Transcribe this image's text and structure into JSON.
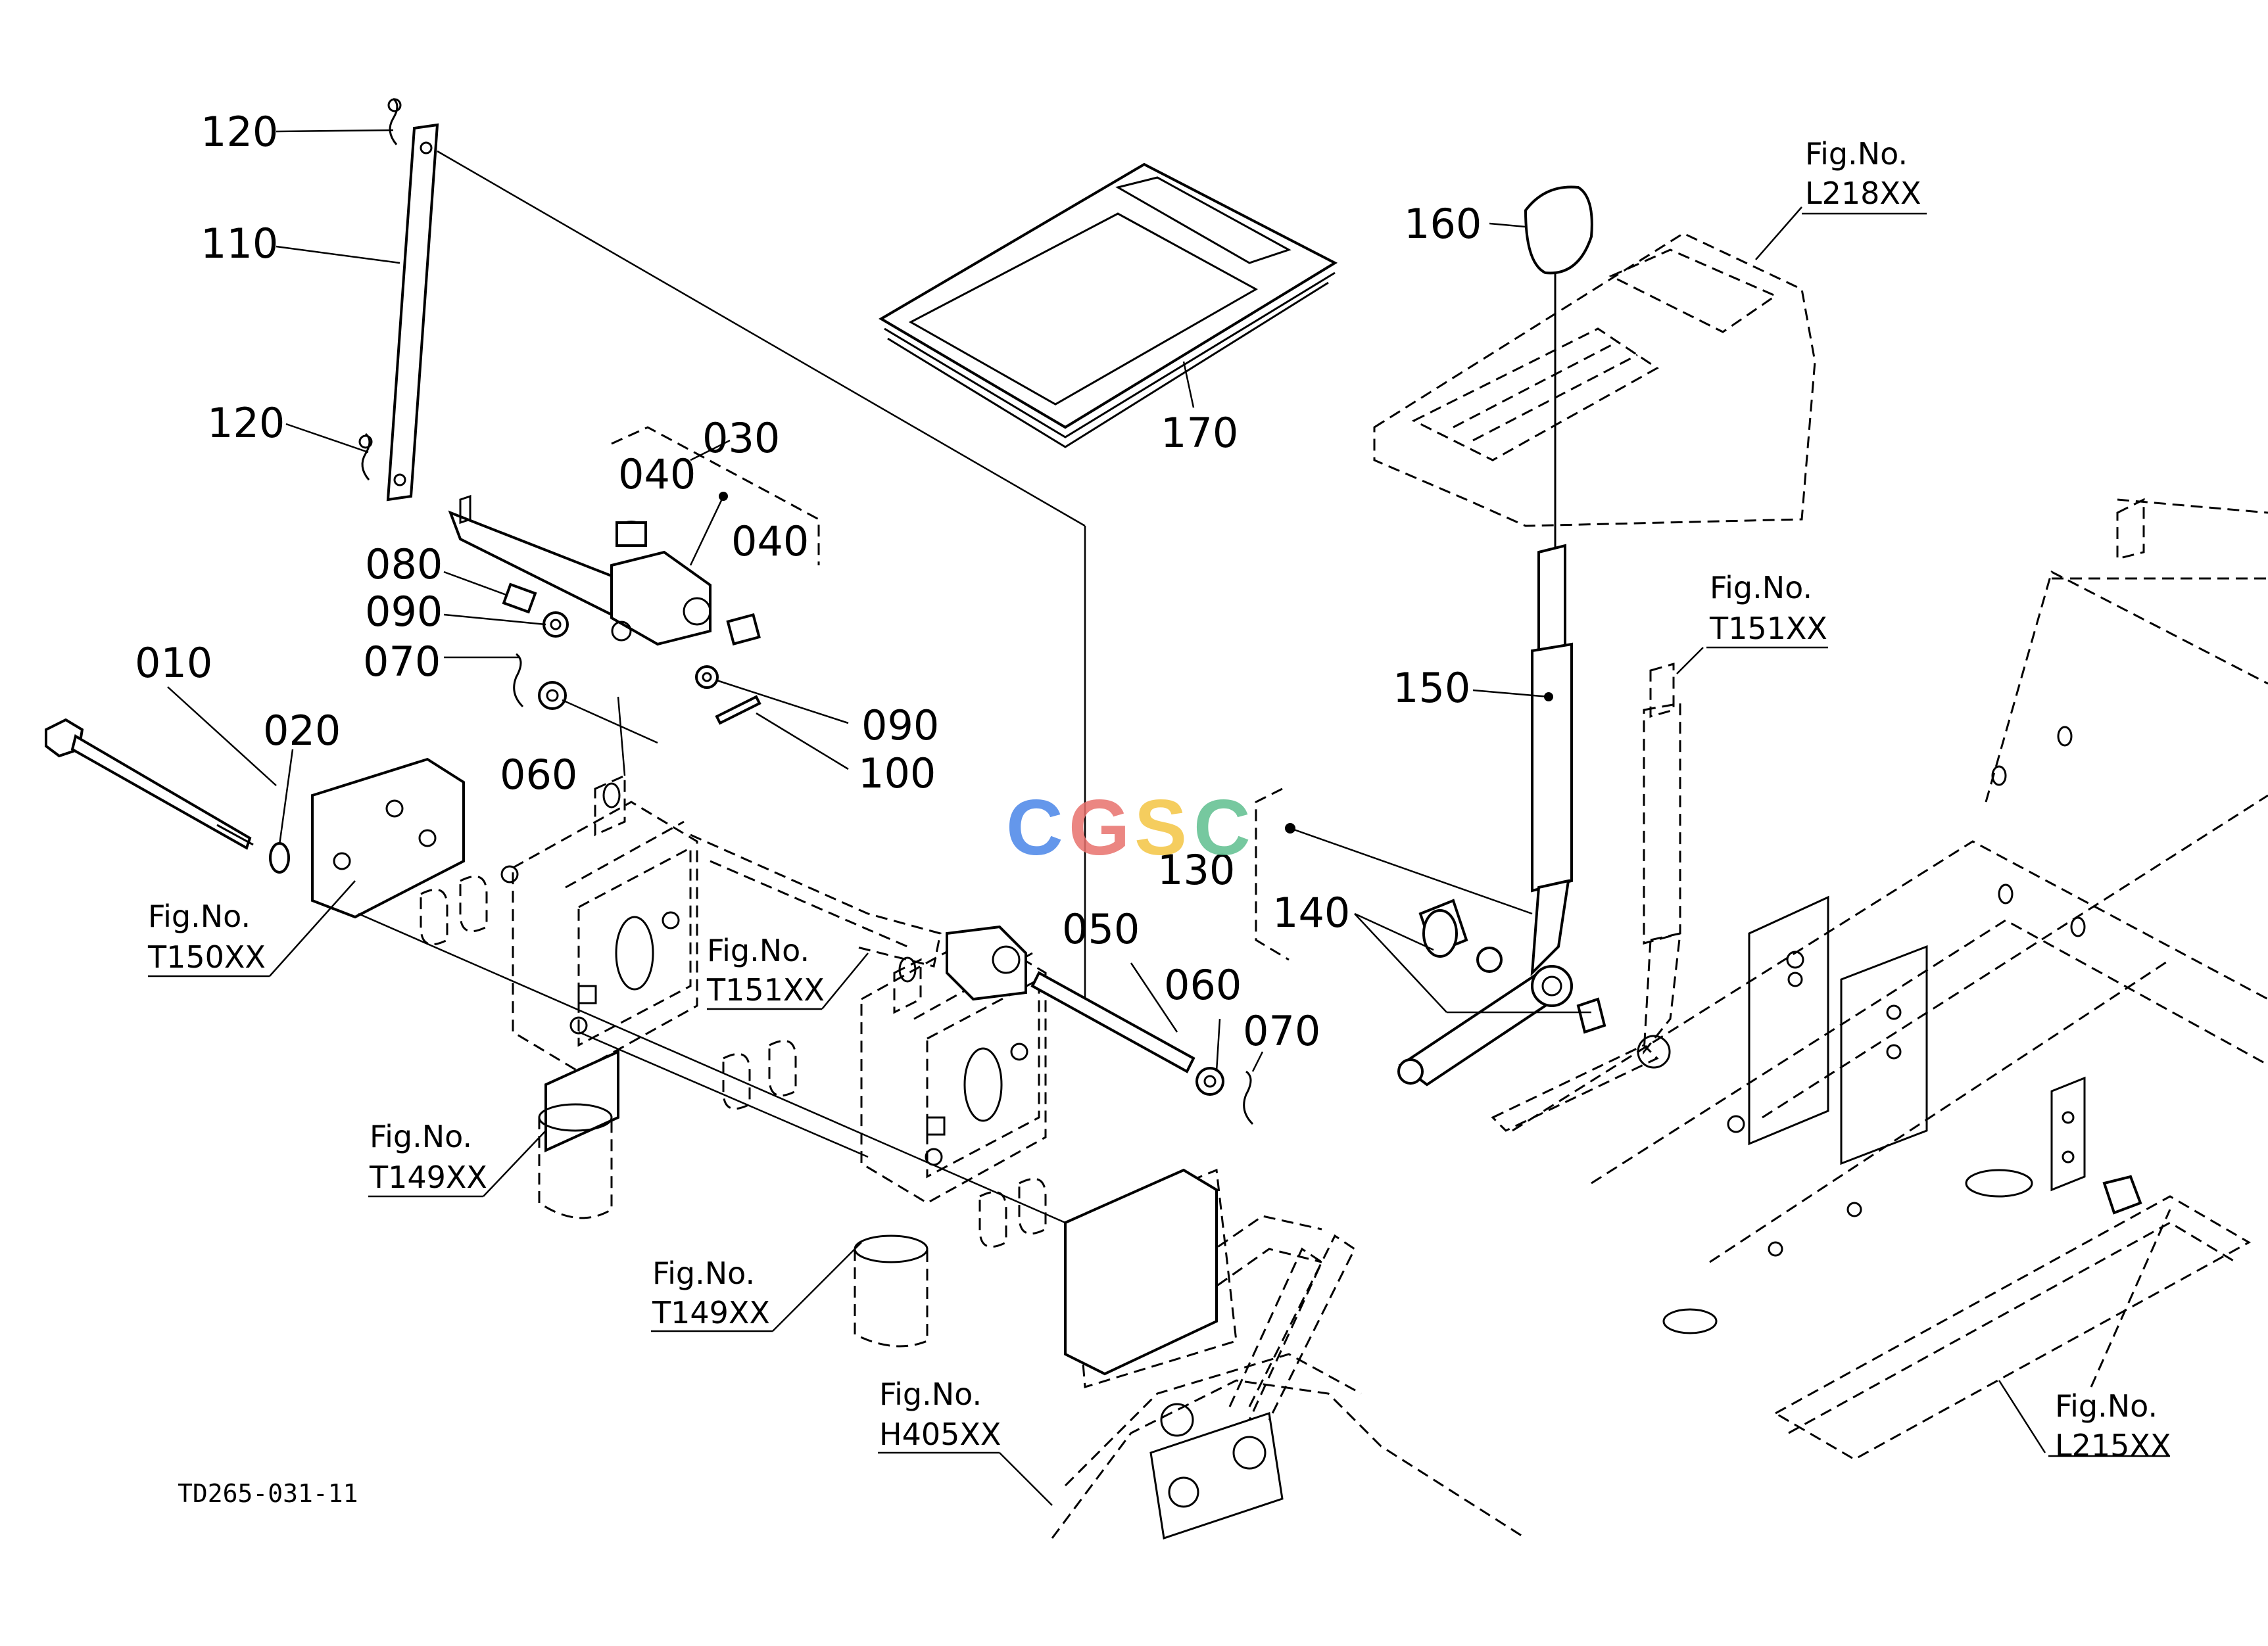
{
  "diagram": {
    "part_labels": {
      "p120a": "120",
      "p110": "110",
      "p120b": "120",
      "p030": "030",
      "p040a": "040",
      "p040b": "040",
      "p080": "080",
      "p090a": "090",
      "p070a": "070",
      "p010": "010",
      "p020": "020",
      "p060a": "060",
      "p090b": "090",
      "p100": "100",
      "p170": "170",
      "p160": "160",
      "p150": "150",
      "p130": "130",
      "p140": "140",
      "p050": "050",
      "p060b": "060",
      "p070b": "070"
    },
    "figure_refs": {
      "l218": {
        "line1": "Fig.No.",
        "line2": "L218XX"
      },
      "t151a": {
        "line1": "Fig.No.",
        "line2": "T151XX"
      },
      "t150": {
        "line1": "Fig.No.",
        "line2": "T150XX"
      },
      "t151b": {
        "line1": "Fig.No.",
        "line2": "T151XX"
      },
      "t149a": {
        "line1": "Fig.No.",
        "line2": "T149XX"
      },
      "t149b": {
        "line1": "Fig.No.",
        "line2": "T149XX"
      },
      "h405": {
        "line1": "Fig.No.",
        "line2": "H405XX"
      },
      "l215": {
        "line1": "Fig.No.",
        "line2": "L215XX"
      }
    },
    "drawing_code": "TD265-031-11",
    "watermark": {
      "letters": [
        "C",
        "G",
        "S",
        "C"
      ],
      "colors": [
        "#4a86e8",
        "#e8716d",
        "#f4c542",
        "#5fbf8f"
      ]
    }
  }
}
